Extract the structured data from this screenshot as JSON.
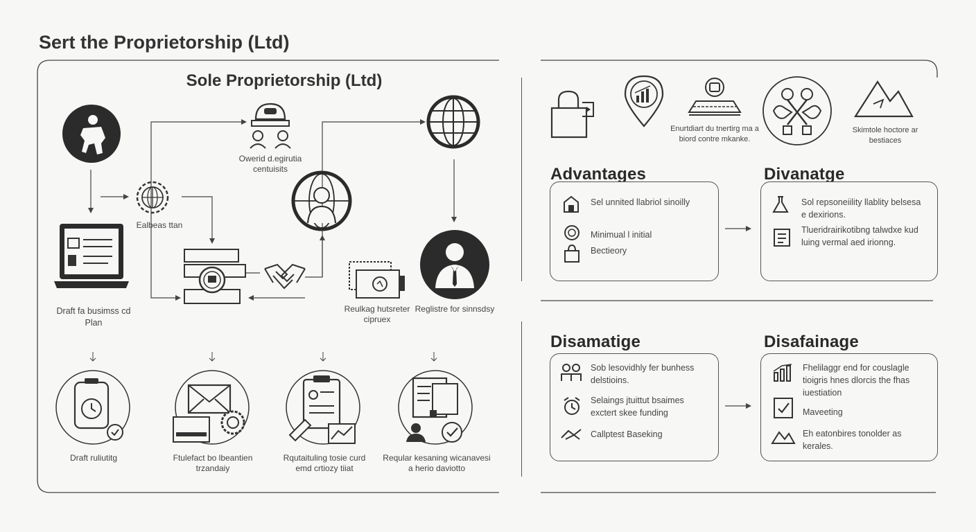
{
  "page_title": "Sert the Proprietorship (Ltd)",
  "left": {
    "heading": "Sole Proprietorship (Ltd)",
    "nodes": {
      "establish_label": "Ealbeas ttan",
      "owner_label": "Owerid d.egirutia centuisits",
      "draft_plan_label": "Draft fa busimss cd Plan",
      "register_hub_label": "Reulkag hutsreter cipruex",
      "register_label": "Reglistre for sinnsdsy"
    },
    "bottom": [
      {
        "label": "Draft ruliutitg"
      },
      {
        "label": "Ftulefact bo lbeantien trzandaiy"
      },
      {
        "label": "Rqutaituling tosie curd emd crtiozy tiiat"
      },
      {
        "label": "Reqular kesaning wicanavesi a herio daviotto"
      }
    ]
  },
  "right": {
    "top_icons": [
      {
        "label": ""
      },
      {
        "label": ""
      },
      {
        "label": "Enurtdiart du tnertirg ma a biord contre mkanke."
      },
      {
        "label": ""
      },
      {
        "label": "Skimtole hoctore ar bestiaces"
      }
    ],
    "advantages": {
      "title": "Advantages",
      "items": [
        "Sel unnited llabriol sinoilly",
        "Minimual l initial",
        "Bectieory"
      ]
    },
    "divanatge": {
      "title": "Divanatge",
      "items": [
        "Sol repsoneiility llablity belsesa e dexirions.",
        "Tlueridrairikotibng talwdxe kud luing vermal aed irionng."
      ]
    },
    "disamatige": {
      "title": "Disamatige",
      "items": [
        "Sob lesovidhly fer bunhess delstioins.",
        "Selaings jtuittut bsaimes exctert skee funding",
        "Callptest Baseking"
      ]
    },
    "disafainage": {
      "title": "Disafainage",
      "items": [
        "Fhelilaggr end for couslagle tioigris hnes dlorcis the fhas iuestiation",
        "Maveeting",
        "Eh eatonbires tonolder as kerales."
      ]
    }
  }
}
